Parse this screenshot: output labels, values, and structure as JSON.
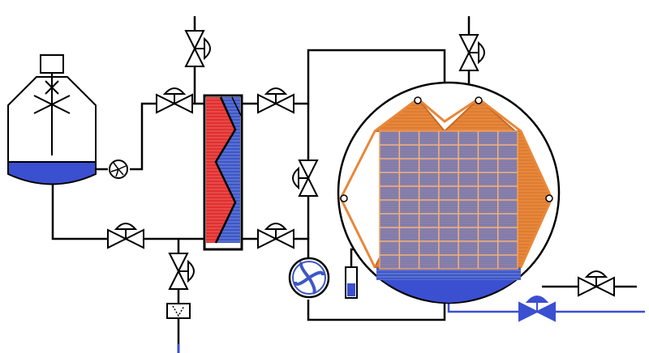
{
  "diagram": {
    "description_shown": "",
    "colors": {
      "line": "#000000",
      "liquid": "#3b4fd1",
      "hot_side": "#e0302f",
      "cold_side": "#3d57c6",
      "product": "#e8873a",
      "grid_fill": "#8b7fa6",
      "outlet_line": "#3b4fd1",
      "filter_fill": "#ffffff"
    },
    "components": [
      {
        "id": "reactor",
        "icon": "reactor-vessel-with-agitator"
      },
      {
        "id": "feed-pump",
        "icon": "centrifugal-pump"
      },
      {
        "id": "heat-exchanger",
        "icon": "plate-heat-exchanger"
      },
      {
        "id": "circulation-pump",
        "icon": "centrifugal-pump"
      },
      {
        "id": "autoclave",
        "icon": "circular-chamber-with-tray-rack"
      },
      {
        "id": "level-gauge",
        "icon": "sight-glass"
      },
      {
        "id": "filter",
        "icon": "filter-element"
      }
    ],
    "valves": [
      "vent-valve-exchanger",
      "inlet-valve-exchanger",
      "outlet-valve-exchanger-top",
      "return-valve-reactor",
      "outlet-valve-exchanger-bottom",
      "drain-valve",
      "bypass-valve",
      "vent-valve-autoclave",
      "outlet-valve-autoclave",
      "drain-valve-autoclave"
    ]
  }
}
